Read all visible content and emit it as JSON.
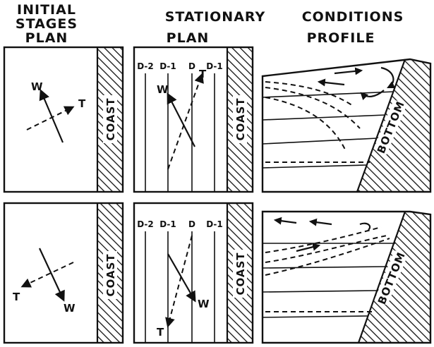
{
  "headers": {
    "initial_line1": "INITIAL",
    "initial_line2": "STAGES",
    "initial_line3": "PLAN",
    "stationary": "STATIONARY",
    "conditions": "CONDITIONS",
    "plan": "PLAN",
    "profile": "PROFILE"
  },
  "labels": {
    "coast": "COAST",
    "bottom": "BOTTOM",
    "wind": "W",
    "transport": "T",
    "d2": "D-2",
    "d1": "D-1",
    "d": "D"
  },
  "colors": {
    "ink": "#111111",
    "paper": "#ffffff"
  }
}
